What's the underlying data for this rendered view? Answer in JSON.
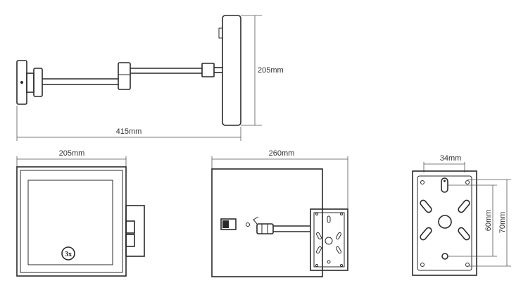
{
  "dimensions": {
    "total_length": "415mm",
    "mirror_height": "205mm",
    "mirror_width": "205mm",
    "wall_depth": "260mm",
    "plate_width": "34mm",
    "hole_spacing_60": "60mm",
    "hole_spacing_70": "70mm"
  },
  "magnification_badge": "3x"
}
